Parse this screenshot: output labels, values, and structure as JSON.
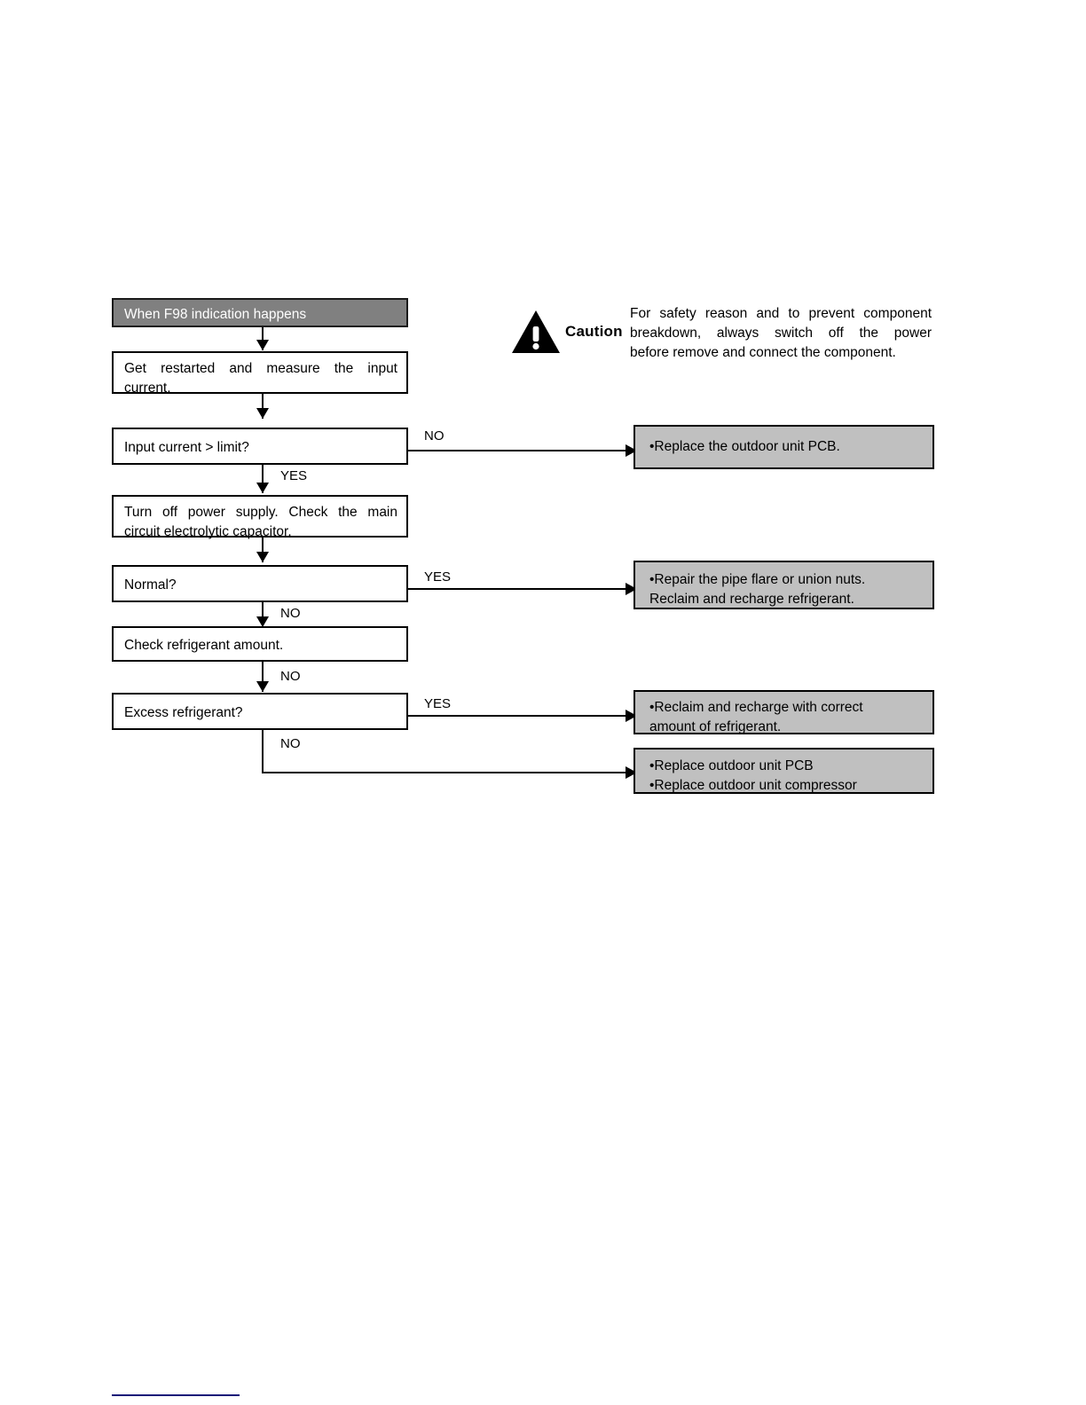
{
  "document": {
    "type": "troubleshooting-flowchart",
    "title": "When F98 indication happens"
  },
  "caution": {
    "icon": "warning-triangle-icon",
    "label": "Caution",
    "line1": "For safety reason and to prevent component",
    "line2": "breakdown, always switch off the power",
    "line3": "before remove and connect the component."
  },
  "flow": {
    "header": {
      "text": "When F98 indication happens"
    },
    "steps": [
      {
        "id": "measure-input-current",
        "line1": "Get restarted and measure the input",
        "line2": "current."
      },
      {
        "id": "input-current-limit",
        "line1": "Input current > limit?"
      },
      {
        "id": "turn-off-power-supply",
        "line1": "Turn off power supply. Check the main",
        "line2": "circuit electrolytic capacitor."
      },
      {
        "id": "normal-check",
        "line1": "Normal?"
      },
      {
        "id": "check-refrigerant-amount",
        "line1": "Check refrigerant amount."
      },
      {
        "id": "excess-refrigerant",
        "line1": "Excess refrigerant?"
      }
    ],
    "actions": [
      {
        "id": "replace-outdoor-pcb",
        "line1": "•Replace the outdoor unit PCB."
      },
      {
        "id": "repair-pipe-flare",
        "line1": "•Repair the pipe flare or union nuts.",
        "line2": "Reclaim and recharge refrigerant."
      },
      {
        "id": "reclaim-recharge-correct",
        "line1": "•Reclaim and recharge with correct",
        "line2": "amount of refrigerant."
      },
      {
        "id": "replace-pcb-compressor",
        "line1": "•Replace outdoor unit PCB",
        "line2": "•Replace outdoor unit compressor"
      }
    ],
    "edge_labels": {
      "input_current_no": "NO",
      "input_current_yes": "YES",
      "normal_yes": "YES",
      "normal_no": "NO",
      "refrigerant_no": "NO",
      "excess_yes": "YES",
      "excess_no": "NO"
    }
  },
  "colors": {
    "header_fill": "#808080",
    "action_fill": "#c0c0c0",
    "stroke": "#000000",
    "footer_rule": "#141478",
    "page_background": "#ffffff"
  }
}
